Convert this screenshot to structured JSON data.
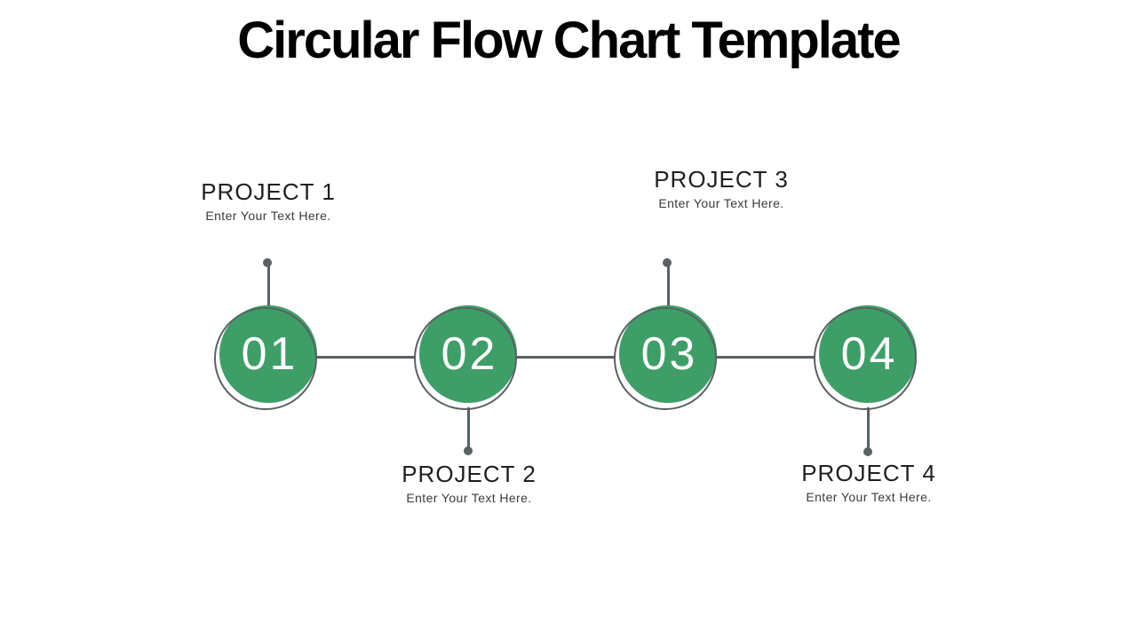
{
  "slide": {
    "title": "Circular Flow Chart Template"
  },
  "colors": {
    "node_green": "#3f9e68",
    "connector_gray": "#596164",
    "number_white": "#ffffff",
    "title_black": "#000000",
    "label_dark": "#1f1f1f",
    "subtitle_gray": "#3a3a3a"
  },
  "nodes": [
    {
      "number": "01",
      "title": "PROJECT 1",
      "subtitle": "Enter Your Text Here."
    },
    {
      "number": "02",
      "title": "PROJECT 2",
      "subtitle": "Enter Your Text Here."
    },
    {
      "number": "03",
      "title": "PROJECT 3",
      "subtitle": "Enter Your Text Here."
    },
    {
      "number": "04",
      "title": "PROJECT 4",
      "subtitle": "Enter Your Text Here."
    }
  ]
}
